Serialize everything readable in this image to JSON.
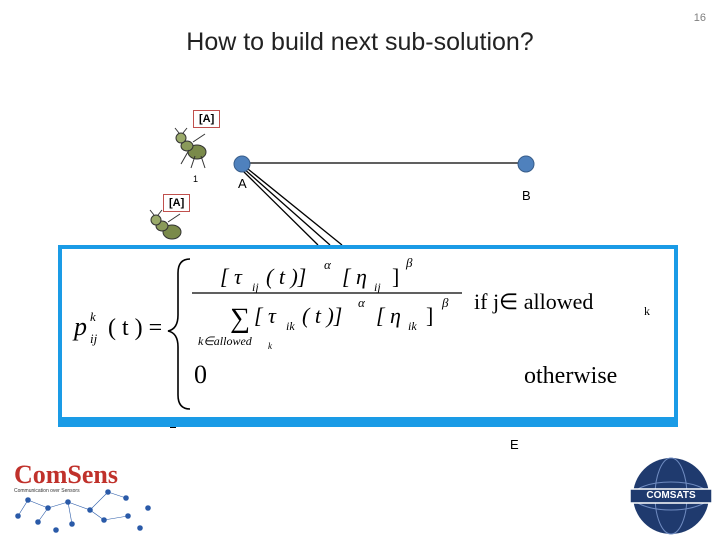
{
  "slide": {
    "number": "16",
    "title": "How to build next sub-solution?"
  },
  "graph": {
    "tag_top": "[A]",
    "tag_left": "[A]",
    "ant_number": "1",
    "node_a": "A",
    "node_b": "B",
    "node_e": "E"
  },
  "formula": {
    "lhs": "p",
    "lhs_sup": "k",
    "lhs_sub": "ij",
    "lhs_arg": "( t ) =",
    "numerator": "[ τ",
    "num_sub1": "ij",
    "num_mid": "( t )]",
    "num_sup1": "α",
    "num_eta": "[ η",
    "num_sub2": "ij",
    "num_close": "]",
    "num_sup2": "β",
    "denominator_sum": "∑",
    "den_tau": "[ τ",
    "den_sub1": "ik",
    "den_mid": "( t )]",
    "den_sup1": "α",
    "den_eta": "[ η",
    "den_sub2": "ik",
    "den_close": "]",
    "den_sup2": "β",
    "sum_index": "k∈allowed",
    "sum_index_sub": "k",
    "condition": "if  j∈ allowed",
    "condition_sub": "k",
    "zero": "0",
    "otherwise": "otherwise"
  },
  "logos": {
    "left_brand": "ComSens",
    "left_sub": "Communication over Sensors",
    "right_brand": "COMSATS"
  },
  "colors": {
    "box_border": "#1a9be6",
    "node_fill": "#4f81bd",
    "tag_border": "#c0504d"
  }
}
